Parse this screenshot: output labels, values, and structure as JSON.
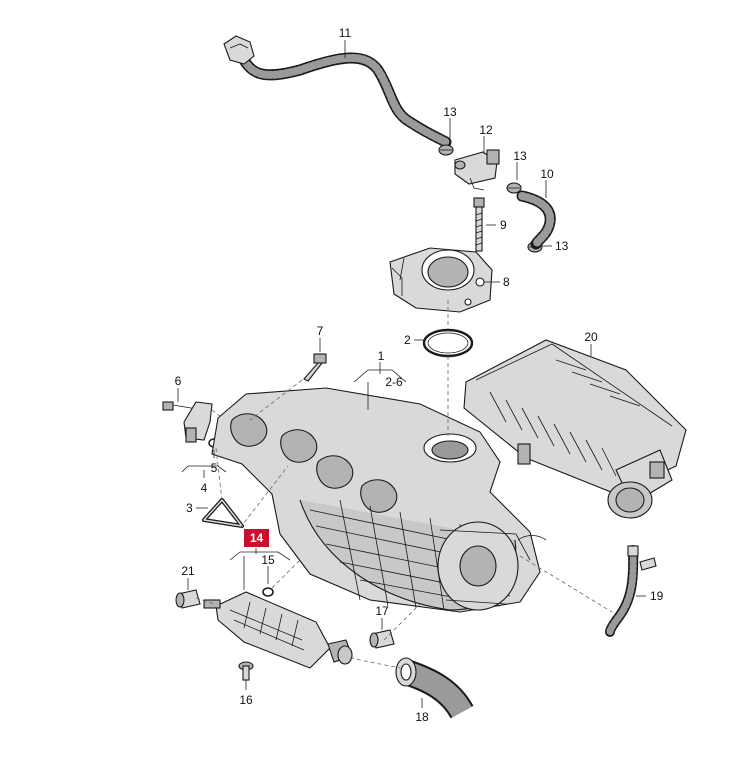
{
  "callouts": {
    "c1": "1",
    "c2": "2",
    "c2_6": "2-6",
    "c3": "3",
    "c4": "4",
    "c5": "5",
    "c6": "6",
    "c7": "7",
    "c8": "8",
    "c9": "9",
    "c10": "10",
    "c11": "11",
    "c12": "12",
    "c13a": "13",
    "c13b": "13",
    "c13c": "13",
    "c14": "14",
    "c15": "15",
    "c16": "16",
    "c17": "17",
    "c18": "18",
    "c19": "19",
    "c20": "20",
    "c21": "21"
  },
  "colors": {
    "highlight_badge": "#c8102e",
    "part_fill": "#d9d9d9",
    "part_shade": "#b3b3b3",
    "hose_fill": "#9a9a9a",
    "line": "#1a1a1a"
  }
}
